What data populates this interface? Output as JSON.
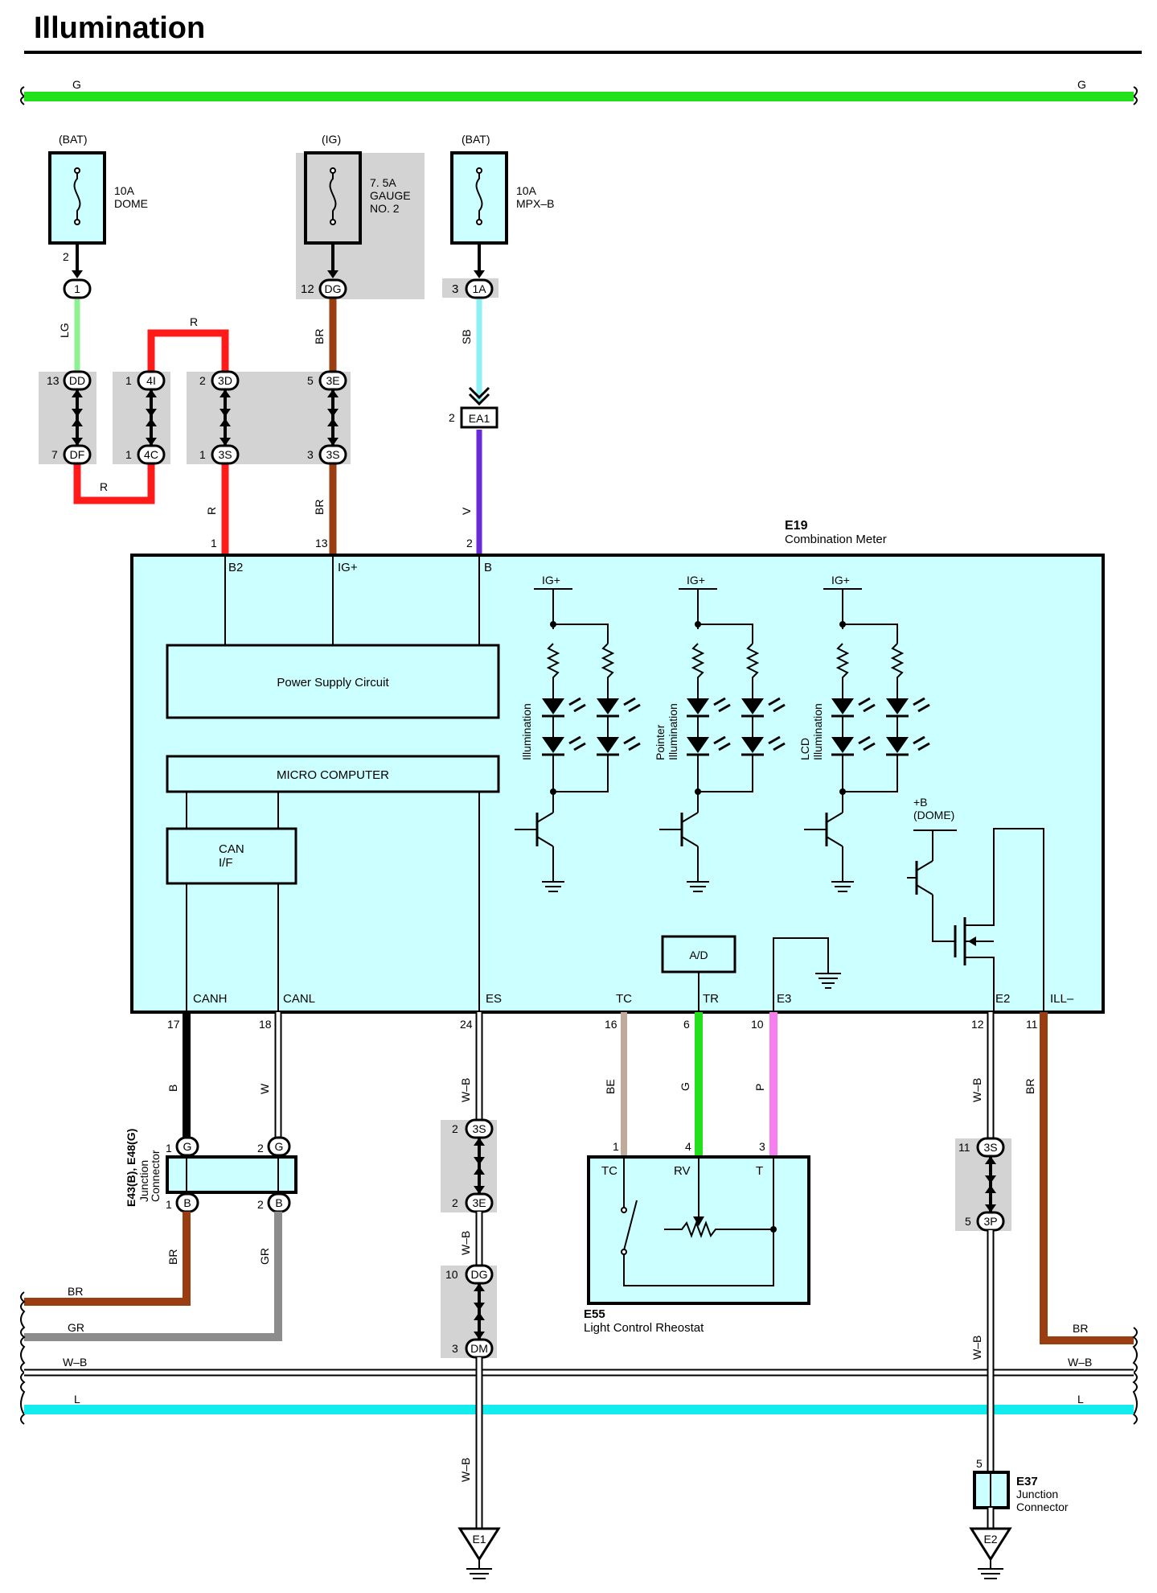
{
  "title": "Illumination",
  "bus": {
    "top": "G",
    "br": "BR",
    "gr": "GR",
    "wb": "W–B",
    "l": "L"
  },
  "fuses": [
    {
      "supply": "(BAT)",
      "rating": "10A",
      "name": "DOME",
      "pin": "2",
      "conn": "1"
    },
    {
      "supply": "(IG)",
      "rating": "7. 5A",
      "name": "GAUGE",
      "name2": "NO. 2",
      "pin": "12",
      "conn": "DG"
    },
    {
      "supply": "(BAT)",
      "rating": "10A",
      "name": "MPX–B",
      "pin": "3",
      "conn": "1A"
    }
  ],
  "wires": {
    "lg": "LG",
    "r": "R",
    "br": "BR",
    "sb": "SB",
    "v": "V",
    "b": "B",
    "w": "W",
    "wb": "W–B",
    "be": "BE",
    "g": "G",
    "p": "P",
    "gr": "GR"
  },
  "connectors": {
    "dd": "DD",
    "df": "DF",
    "i4": "4I",
    "c4": "4C",
    "d3": "3D",
    "s3": "3S",
    "e3": "3E",
    "ea1": "EA1",
    "dg": "DG",
    "dm": "DM",
    "p3": "3P",
    "g": "G",
    "b": "B"
  },
  "pins": {
    "p13": "13",
    "p7": "7",
    "p1": "1",
    "p2": "2",
    "p5": "5",
    "p3": "3",
    "p17": "17",
    "p18": "18",
    "p24": "24",
    "p16": "16",
    "p6": "6",
    "p10": "10",
    "p12": "12",
    "p11": "11",
    "p4": "4"
  },
  "meter": {
    "code": "E19",
    "name": "Combination Meter",
    "terms_top": [
      "B2",
      "IG+",
      "B"
    ],
    "psc": "Power Supply Circuit",
    "mc": "MICRO COMPUTER",
    "can1": "CAN",
    "can2": "I/F",
    "terms_bottom": [
      "CANH",
      "CANL",
      "ES",
      "TC",
      "TR",
      "E3",
      "E2",
      "ILL–"
    ],
    "ig": "IG+",
    "led1": "Illumination",
    "led2a": "Pointer",
    "led2b": "Illumination",
    "led3a": "LCD",
    "led3b": "Illumination",
    "dome1": "+B",
    "dome2": "(DOME)",
    "ad": "A/D"
  },
  "jc": {
    "code": "E43(B), E48(G)",
    "line2": "Junction",
    "line3": "Connector"
  },
  "rheostat": {
    "code": "E55",
    "name": "Light Control Rheostat",
    "tc": "TC",
    "rv": "RV",
    "t": "T"
  },
  "e37": {
    "code": "E37",
    "line2": "Junction",
    "line3": "Connector"
  },
  "grounds": [
    "E1",
    "E2"
  ],
  "colors": {
    "green": "#22e01c",
    "red": "#ff1a1a",
    "brown": "#9a3d10",
    "lgreen": "#8ef08e",
    "lblue": "#8ef0f5",
    "violet": "#6a2ad8",
    "tan": "#bfaa9c",
    "pink": "#f77ef0",
    "grey": "#8c8c8c",
    "cyan": "#13ecec",
    "meterfill": "#ccffff",
    "shade": "#d3d3d3"
  }
}
